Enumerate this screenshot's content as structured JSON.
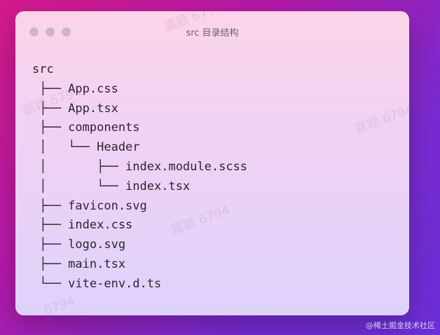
{
  "window": {
    "title": "src 目录结构"
  },
  "tree": {
    "lines": [
      "src",
      " ├── App.css",
      " ├── App.tsx",
      " ├── components",
      " │   └── Header",
      " │       ├── index.module.scss",
      " │       └── index.tsx",
      " ├── favicon.svg",
      " ├── index.css",
      " ├── logo.svg",
      " ├── main.tsx",
      " └── vite-env.d.ts"
    ]
  },
  "watermarks": {
    "mark": "嘉颖 6794",
    "mark_short": "6794"
  },
  "footer": {
    "credit": "@稀土掘金技术社区"
  },
  "colors": {
    "background_start": "#d61a8c",
    "background_end": "#6a2fd7",
    "window_top": "#fbd4e8",
    "window_bottom": "#ded2fb",
    "traffic_light": "#c7b6c7",
    "tree_text": "#2c2430"
  }
}
